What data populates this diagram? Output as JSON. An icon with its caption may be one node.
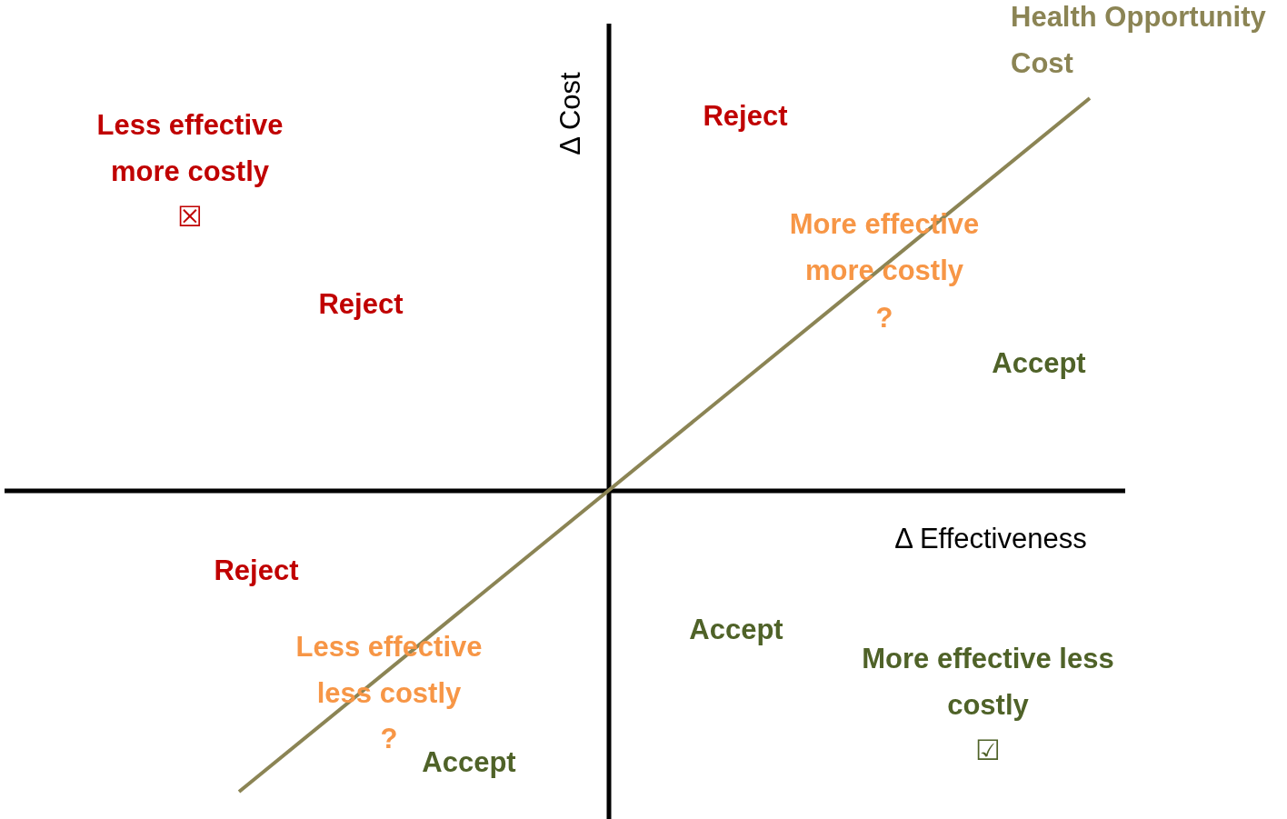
{
  "diagram": {
    "labels": [
      "Health Opportunity Cost",
      "Δ Cost",
      "Reject",
      "Less effective more costly",
      "☒",
      "More effective more costly",
      "Reject",
      "?",
      "Accept",
      "Δ Effectiveness",
      "Reject",
      "Accept",
      "Less effective less costly",
      "More effective less costly",
      "?",
      "☑",
      "Accept"
    ]
  }
}
